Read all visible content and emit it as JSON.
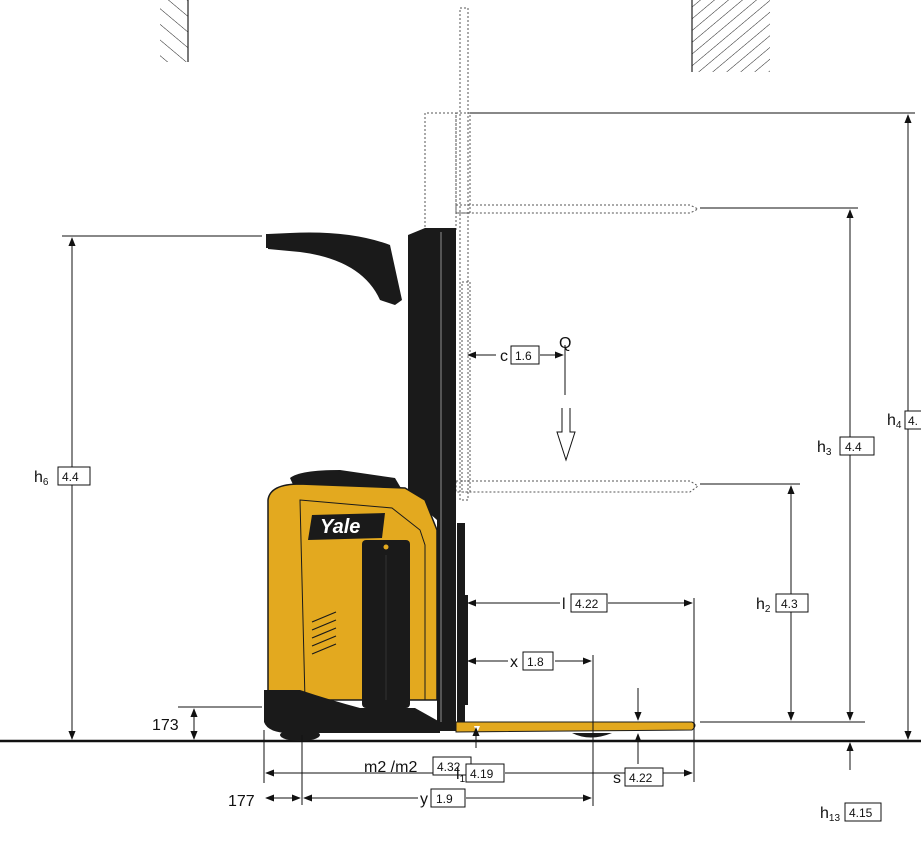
{
  "brand": {
    "logo_text": "Yale",
    "body_color": "#E3A91F",
    "dark_color": "#1A1A1A"
  },
  "load_symbol": "Q",
  "dimensions": {
    "h6": {
      "letter": "h",
      "sub": "6",
      "ref": "4.4"
    },
    "h4": {
      "letter": "h",
      "sub": "4",
      "ref": "4."
    },
    "h3": {
      "letter": "h",
      "sub": "3",
      "ref": "4.4"
    },
    "h2": {
      "letter": "h",
      "sub": "2",
      "ref": "4.3"
    },
    "c": {
      "letter": "c",
      "ref": "1.6"
    },
    "l": {
      "letter": "l",
      "ref": "4.22"
    },
    "x": {
      "letter": "x",
      "ref": "1.8"
    },
    "m2": {
      "text": "m2 /m2",
      "ref": "4.32"
    },
    "s": {
      "letter": "s",
      "ref": "4.22"
    },
    "h13": {
      "letter": "h",
      "sub": "13",
      "ref": "4.15"
    },
    "y": {
      "letter": "y",
      "ref": "1.9"
    },
    "l1": {
      "letter": "l",
      "sub": "1",
      "ref": "4.19"
    },
    "v173": {
      "value": "173"
    },
    "v177": {
      "value": "177"
    }
  }
}
